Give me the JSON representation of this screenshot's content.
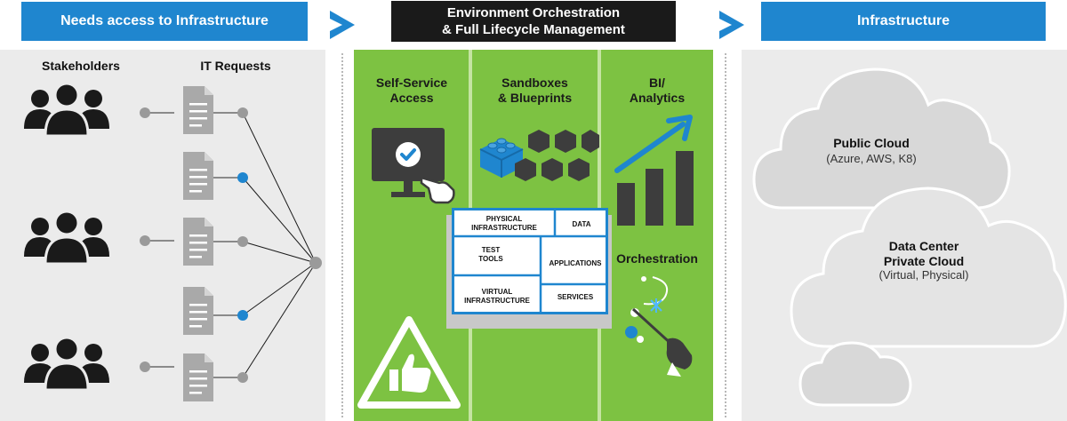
{
  "left": {
    "header": "Needs access to Infrastructure",
    "stakeholders_title": "Stakeholders",
    "requests_title": "IT Requests"
  },
  "middle": {
    "header_line1": "Environment Orchestration",
    "header_line2": "& Full Lifecycle Management",
    "col1_line1": "Self-Service",
    "col1_line2": "Access",
    "col2_line1": "Sandboxes",
    "col2_line2": "& Blueprints",
    "col3_line1": "BI/",
    "col3_line2": "Analytics",
    "orchestration": "Orchestration",
    "grid": {
      "physical_line1": "PHYSICAL",
      "physical_line2": "INFRASTRUCTURE",
      "data": "DATA",
      "test_line1": "TEST",
      "test_line2": "TOOLS",
      "applications": "APPLICATIONS",
      "virtual_line1": "VIRTUAL",
      "virtual_line2": "INFRASTRUCTURE",
      "services": "SERVICES"
    }
  },
  "right": {
    "header": "Infrastructure",
    "public_title": "Public Cloud",
    "public_sub": "(Azure, AWS, K8)",
    "dc_line1": "Data Center",
    "dc_line2": "Private Cloud",
    "dc_sub": "(Virtual, Physical)"
  },
  "colors": {
    "blue": "#1f86cf",
    "green": "#7dc242",
    "dark": "#1a1a1a",
    "grey_panel": "#ebebeb"
  },
  "icons": [
    "people-group-icon",
    "document-icon",
    "monitor-check-icon",
    "pointing-hand-icon",
    "lego-block-icon",
    "hexagon-icon",
    "bar-chart-trend-icon",
    "thumbs-up-warning-icon",
    "conductor-baton-icon",
    "cloud-icon",
    "chevron-right-icon"
  ]
}
